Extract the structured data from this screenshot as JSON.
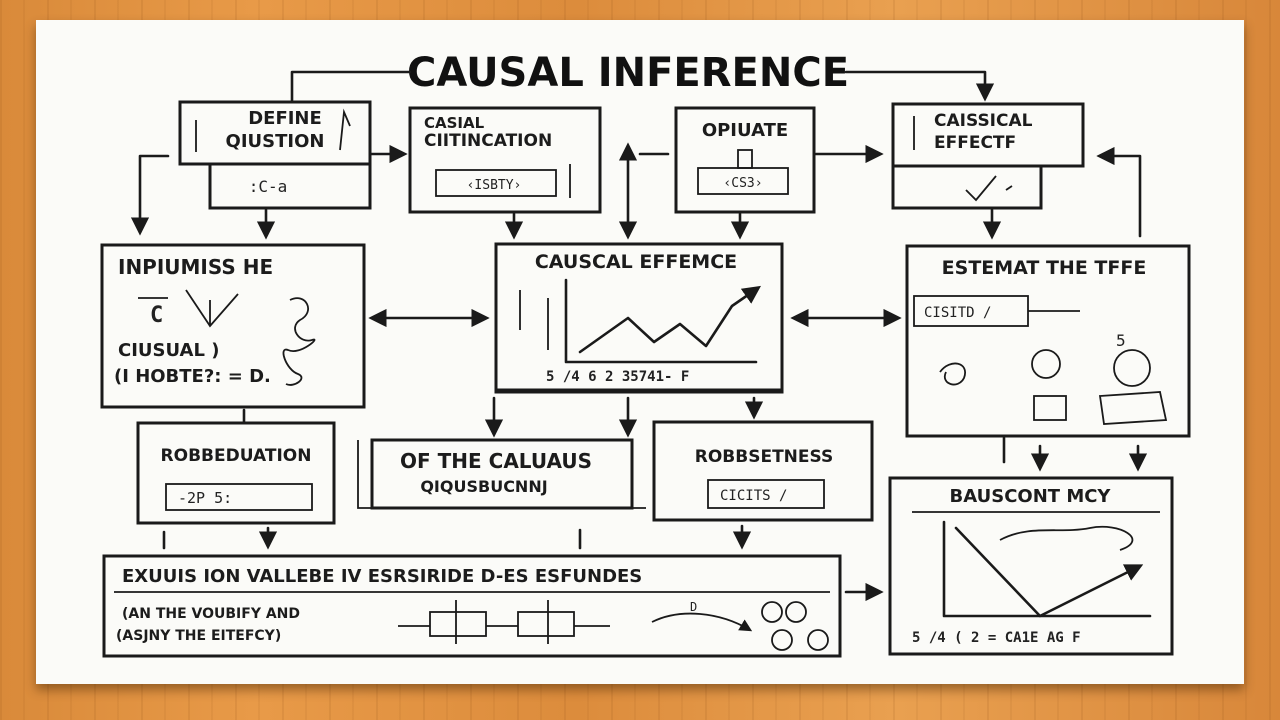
{
  "title": "CAUSAL INFERENCE",
  "boxes": {
    "define": {
      "line1": "DEFINE",
      "line2": "QIUSTION",
      "note": ":С-a"
    },
    "casial": {
      "line1": "CASIAL",
      "line2": "CIITINCATION",
      "note": "‹ISBTY›"
    },
    "opiuate": {
      "title": "OPIUATE",
      "note": "‹CS3›"
    },
    "caissical": {
      "line1": "CAISSICAL",
      "line2": "EFFECTF"
    },
    "inpiumiss": {
      "title": "INPIUMISS HE",
      "line1": "CIUSUAL )",
      "line2": "(I HOBTE?: = D."
    },
    "causcal": {
      "title": "CAUSCAL EFFEMCE",
      "axis": "5 /4  6  2  35741-  F"
    },
    "estemat": {
      "title": "ESTEMAT THE TFFE",
      "field": "CISITD /",
      "num": "5"
    },
    "robbeduation": {
      "title": "ROBBEDUATION",
      "field": "-2P   5:"
    },
    "ofthe": {
      "line1": "OF THE CALUAUS",
      "line2": "QIQUSBUCNNJ"
    },
    "robbsetness": {
      "title": "ROBBSETNESS",
      "field": "CICITS /"
    },
    "bauscont": {
      "title": "BAUSCONT MCY",
      "axis": "5 /4 ( 2 =  CA1E  AG  F"
    },
    "exuuis": {
      "title": "EXUUIS ION VALLEBE IV  ESRSIRIDE D-ES ESFUNDES",
      "line1": "(AN THE VOUBIFY AND",
      "line2": "(ASJNY THE EITEFCY)",
      "d": "D"
    }
  }
}
